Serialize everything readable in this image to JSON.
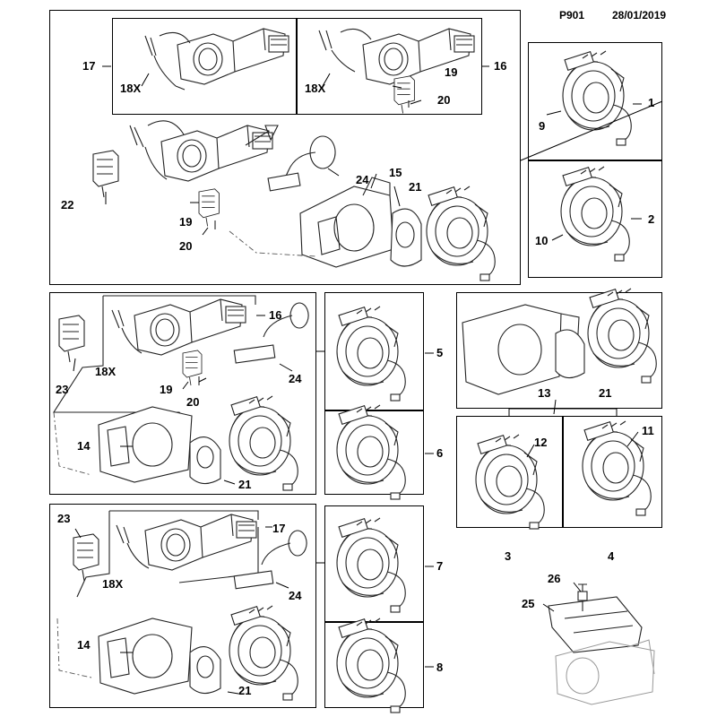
{
  "header": {
    "page_code": "P901",
    "date": "28/01/2019"
  },
  "callouts": {
    "c1": "1",
    "c2": "2",
    "c3": "3",
    "c4": "4",
    "c5": "5",
    "c6": "6",
    "c7": "7",
    "c8": "8",
    "c9": "9",
    "c10": "10",
    "c11": "11",
    "c12": "12",
    "c13": "13",
    "c14a": "14",
    "c14b": "14",
    "c15": "15",
    "c16a": "16",
    "c16b": "16",
    "c17a": "17",
    "c17b": "17",
    "c18xa": "18X",
    "c18xb": "18X",
    "c18xc": "18X",
    "c18xd": "18X",
    "c19a": "19",
    "c19b": "19",
    "c19c": "19",
    "c20a": "20",
    "c20b": "20",
    "c20c": "20",
    "c21a": "21",
    "c21b": "21",
    "c21c": "21",
    "c21d": "21",
    "c22": "22",
    "c23a": "23",
    "c23b": "23",
    "c24a": "24",
    "c24b": "24",
    "c24c": "24",
    "c25": "25",
    "c26": "26"
  }
}
